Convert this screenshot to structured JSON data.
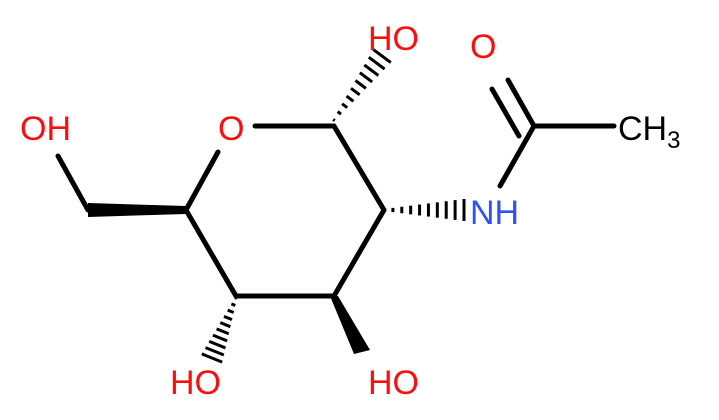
{
  "colors": {
    "bond": "#000000",
    "oxygen": "#ff0d0d",
    "nitrogen": "#3050f8",
    "carbon": "#000000",
    "background": "#ffffff"
  },
  "atoms": {
    "o_top_left": "OH",
    "o_ring": "O",
    "o_anomeric": "HO",
    "o_carbonyl": "O",
    "n_amide": "NH",
    "methyl": "CH",
    "methyl_sub": "3",
    "o_bottom_left": "HO",
    "o_bottom_right": "HO"
  }
}
